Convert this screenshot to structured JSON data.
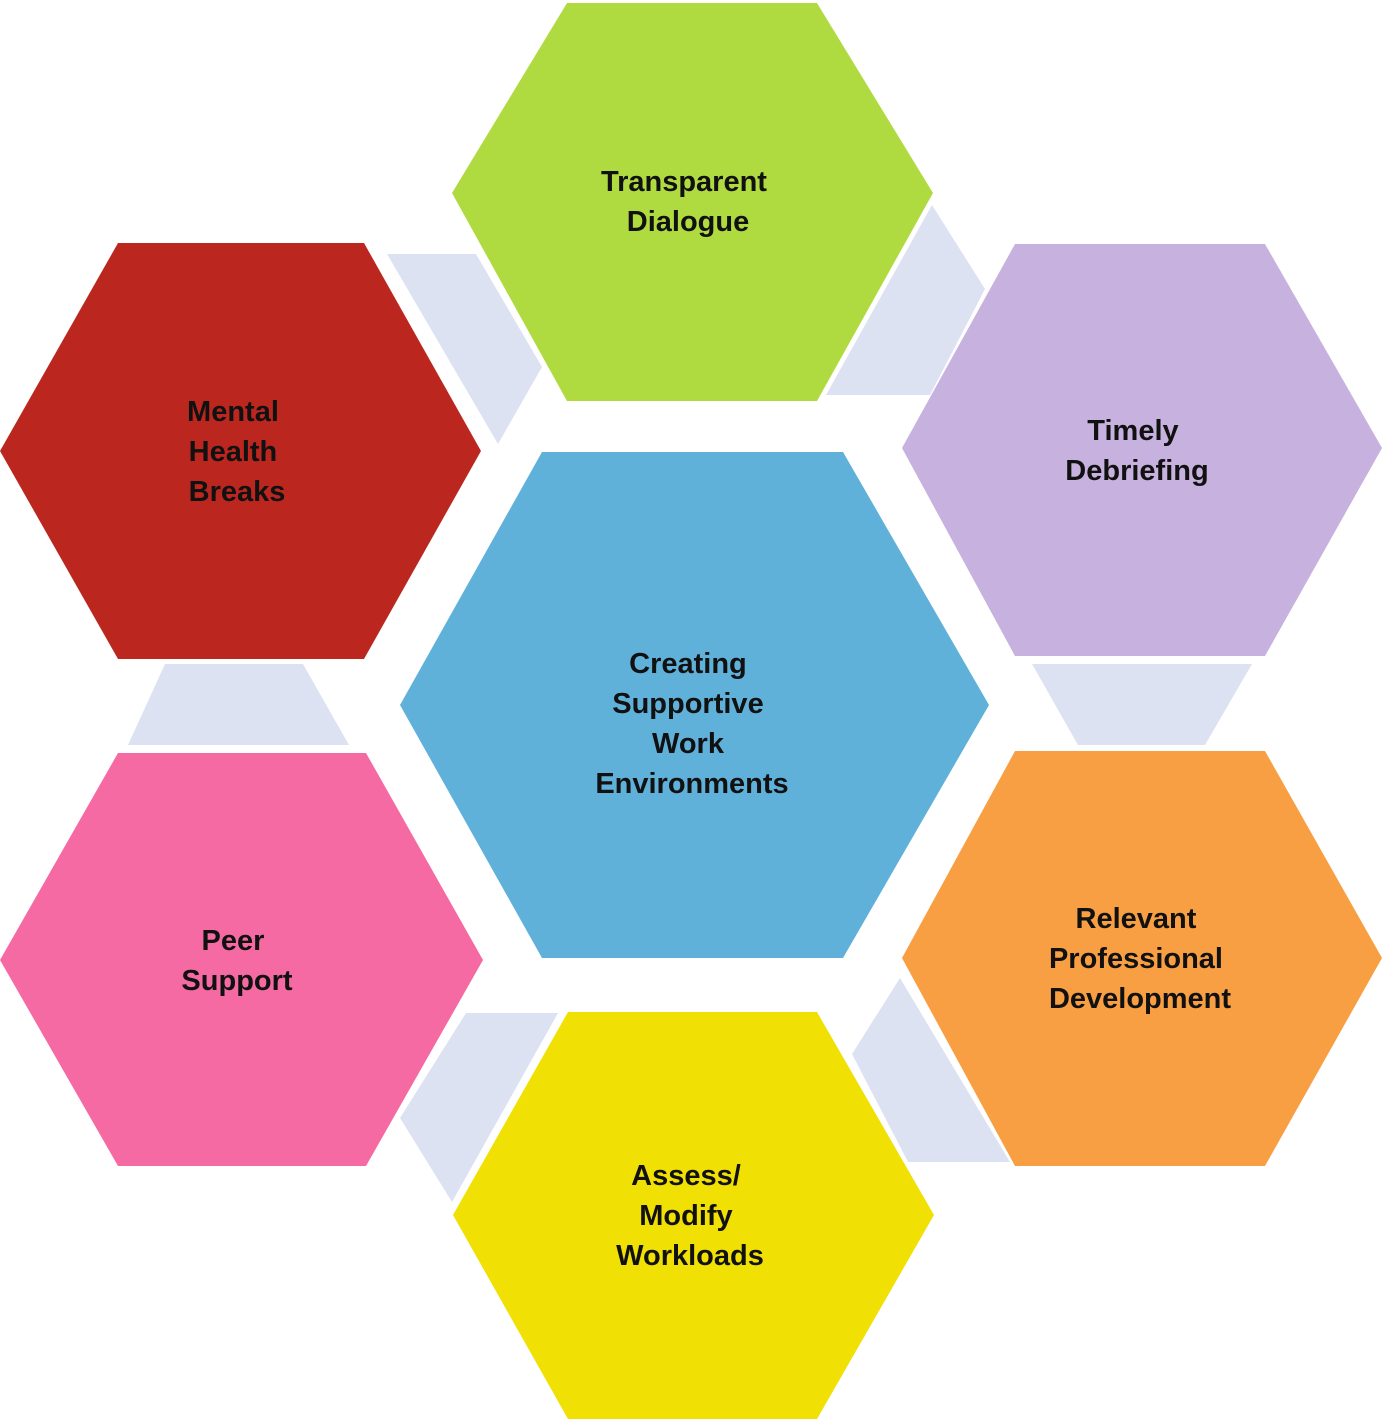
{
  "diagram": {
    "center": {
      "lines": [
        "Creating",
        "Supportive",
        "Work",
        "Environments"
      ],
      "color": "#60B1DA"
    },
    "nodes": [
      {
        "id": "transparent-dialogue",
        "lines": [
          "Transparent",
          "Dialogue"
        ],
        "color": "#B0DB40"
      },
      {
        "id": "timely-debriefing",
        "lines": [
          "Timely",
          "Debriefing"
        ],
        "color": "#C7B1DE"
      },
      {
        "id": "relevant-professional-development",
        "lines": [
          "Relevant",
          "Professional",
          "Development"
        ],
        "color": "#F99F43"
      },
      {
        "id": "assess-modify-workloads",
        "lines": [
          "Assess/",
          "Modify",
          "Workloads"
        ],
        "color": "#F0E004"
      },
      {
        "id": "peer-support",
        "lines": [
          "Peer",
          "Support"
        ],
        "color": "#F56AA2"
      },
      {
        "id": "mental-health-breaks",
        "lines": [
          "Mental",
          "Health",
          "Breaks"
        ],
        "color": "#BB271E"
      }
    ],
    "connector_color": "#DCE2F2"
  }
}
